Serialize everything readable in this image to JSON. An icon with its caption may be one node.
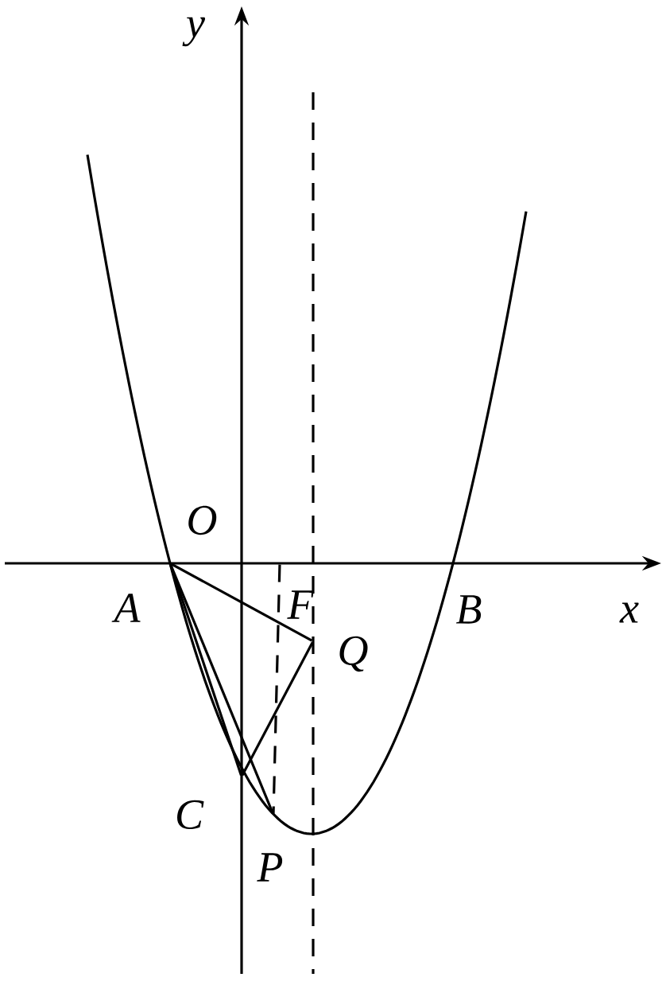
{
  "diagram": {
    "nodes": [
      {
        "text": [
          "A"
        ]
      },
      {
        "text": [
          "F"
        ]
      },
      {
        "text": [
          "Q"
        ]
      },
      {
        "text": [
          "C"
        ]
      },
      {
        "text": [
          "P"
        ]
      }
    ],
    "edges": [
      {
        "from": 0,
        "to": 2,
        "arrow": "none"
      },
      {
        "from": 0,
        "to": 3,
        "arrow": "none"
      },
      {
        "from": 0,
        "to": 4,
        "arrow": "none"
      },
      {
        "from": 2,
        "to": 3,
        "arrow": "none"
      },
      {
        "from": 1,
        "to": 4,
        "arrow": "none",
        "style": "dashed"
      }
    ],
    "labels": [
      "y",
      "O",
      "B",
      "x"
    ]
  }
}
